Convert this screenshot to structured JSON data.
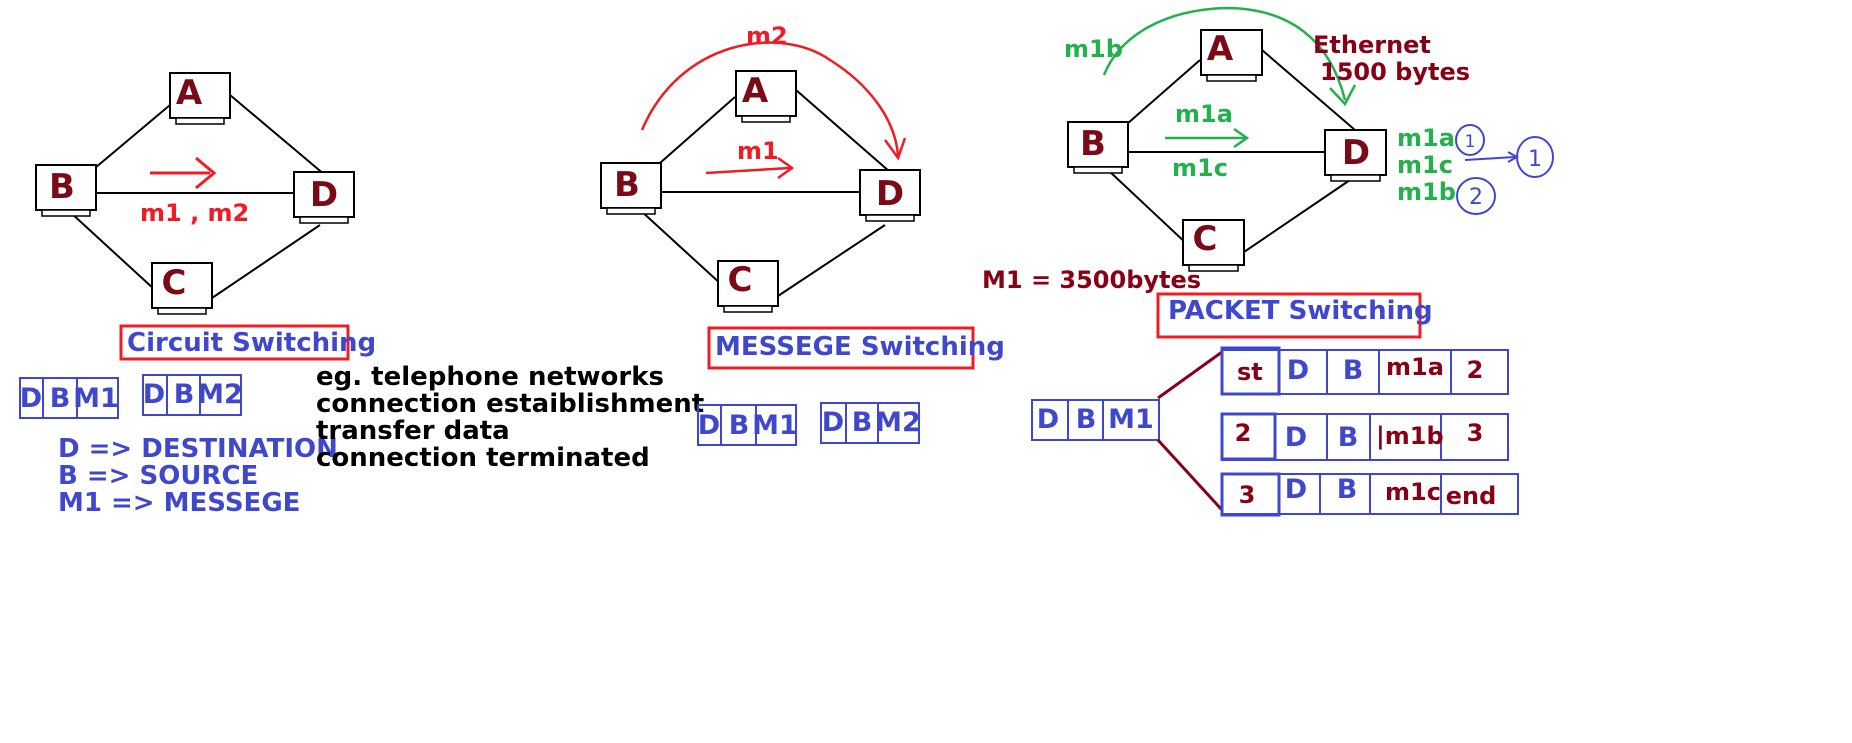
{
  "circuit": {
    "nodes": {
      "a": "A",
      "b": "B",
      "c": "C",
      "d": "D"
    },
    "arrow_label": "m1 , m2",
    "title": "Circuit Switching",
    "frame1": [
      "D",
      "B",
      "M1"
    ],
    "frame2": [
      "D",
      "B",
      "M2"
    ],
    "legend": [
      "D => DESTINATION",
      "B => SOURCE",
      "M1 => MESSEGE"
    ],
    "notes": [
      "eg. telephone networks",
      "connection estaiblishment",
      "transfer data",
      "connection terminated"
    ]
  },
  "message": {
    "nodes": {
      "a": "A",
      "b": "B",
      "c": "C",
      "d": "D"
    },
    "arrow_top_label": "m2",
    "arrow_mid_label": "m1",
    "title": "MESSEGE Switching",
    "frame1": [
      "D",
      "B",
      "M1"
    ],
    "frame2": [
      "D",
      "B",
      "M2"
    ]
  },
  "packet": {
    "nodes": {
      "a": "A",
      "b": "B",
      "c": "C",
      "d": "D"
    },
    "label_m1b_top": "m1b",
    "label_m1a": "m1a",
    "label_m1c": "m1c",
    "ethernet": "Ethernet",
    "ethernet_size": "1500 bytes",
    "arrival": [
      "m1a",
      "m1c",
      "m1b"
    ],
    "circled": [
      "1",
      "1",
      "2"
    ],
    "m1_size": "M1 = 3500bytes",
    "title": "PACKET Switching",
    "source_frame": [
      "D",
      "B",
      "M1"
    ],
    "packets": [
      {
        "seq": "st",
        "cells": [
          "D",
          "B"
        ],
        "payload": "m1a",
        "next": "2"
      },
      {
        "seq": "2",
        "cells": [
          "D",
          "B"
        ],
        "payload": "|m1b",
        "next": "3"
      },
      {
        "seq": "3",
        "cells": [
          "D",
          "B"
        ],
        "payload": "m1c",
        "next": "end"
      }
    ]
  },
  "colors": {
    "red": "#ee1c24",
    "green": "#22b14c",
    "maroon": "#880015",
    "blue": "#3f48cc"
  }
}
